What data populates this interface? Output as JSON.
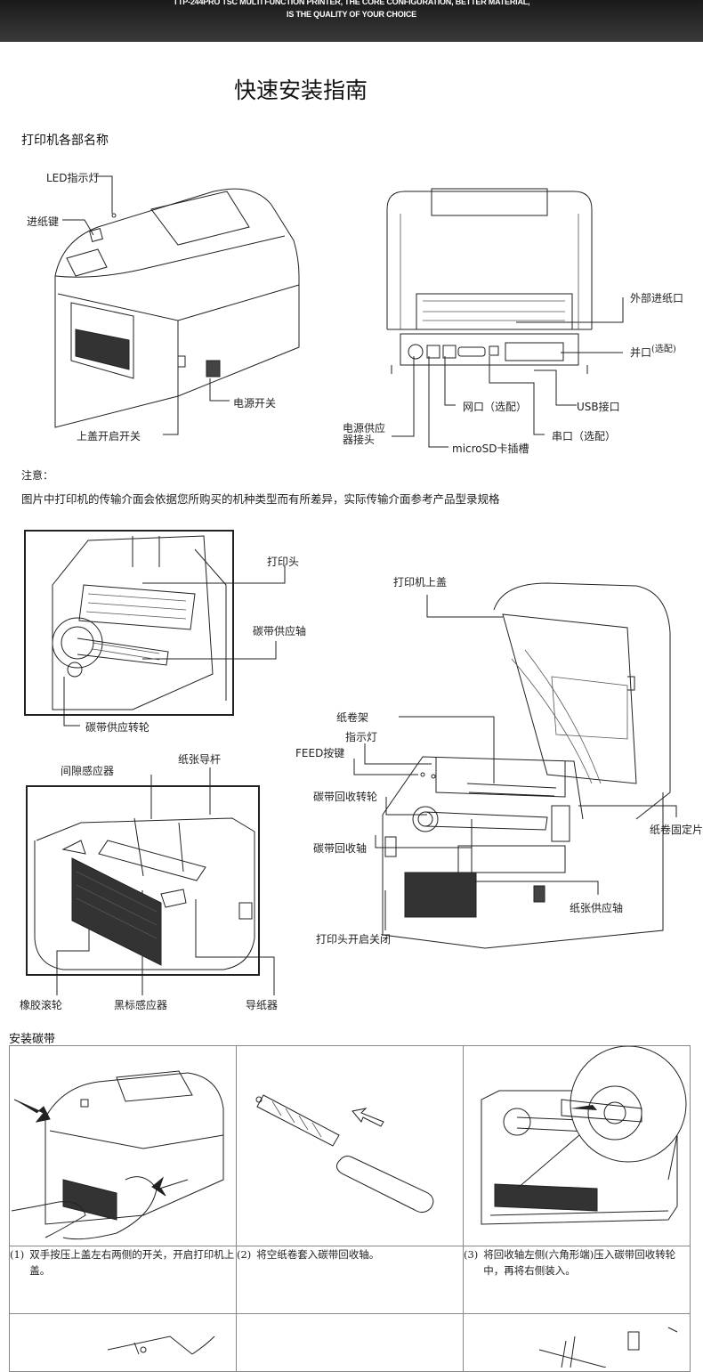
{
  "banner": {
    "line1": "TTP-244PRO TSC MULTI FUNCTION PRINTER, THE CORE CONFIGURATION, BETTER MATERIAL,",
    "line2": "IS THE QUALITY OF YOUR CHOICE"
  },
  "title": "快速安装指南",
  "section1": {
    "heading": "打印机各部名称",
    "front_labels": {
      "led": "LED指示灯",
      "feed": "进纸键",
      "power": "电源开关",
      "cover": "上盖开启开关"
    },
    "back_labels": {
      "ext_feed": "外部进纸口",
      "parallel": "并口",
      "parallel_opt": "(选配)",
      "usb": "USB接口",
      "network": "网口（选配）",
      "serial": "串口（选配）",
      "power_conn": "电源供应",
      "power_conn2": "器接头",
      "microsd": "microSD卡插槽"
    }
  },
  "note": {
    "label": "注意：",
    "text": "图片中打印机的传输介面会依据您所购买的机种类型而有所差异，实际传输介面参考产品型录规格"
  },
  "section2": {
    "mech_labels": {
      "printhead": "打印头",
      "ribbon_supply_axis": "碳带供应轴",
      "ribbon_supply_wheel": "碳带供应转轮"
    },
    "open_labels": {
      "cover": "打印机上盖",
      "paper_holder": "纸卷架",
      "indicator": "指示灯",
      "feed_btn": "FEED按键",
      "rewind_wheel": "碳带回收转轮",
      "rewind_axis": "碳带回收轴",
      "paper_fix": "纸卷固定片",
      "paper_supply_axis": "纸张供应轴",
      "head_release": "打印头开启关闭"
    },
    "base_labels": {
      "gap_sensor": "间隙感应器",
      "paper_guide_bar": "纸张导杆",
      "roller": "橡胶滚轮",
      "black_mark": "黑标感应器",
      "guide": "导纸器"
    }
  },
  "ribbon": {
    "heading": "安装碳带",
    "steps": [
      {
        "num": "(1)",
        "text": "双手按压上盖左右两侧的开关，开启打印机上盖。"
      },
      {
        "num": "(2)",
        "text": "将空纸卷套入碳带回收轴。"
      },
      {
        "num": "(3)",
        "text": "将回收轴左侧(六角形端)压入碳带回收转轮中，再将右侧装入。"
      }
    ]
  }
}
